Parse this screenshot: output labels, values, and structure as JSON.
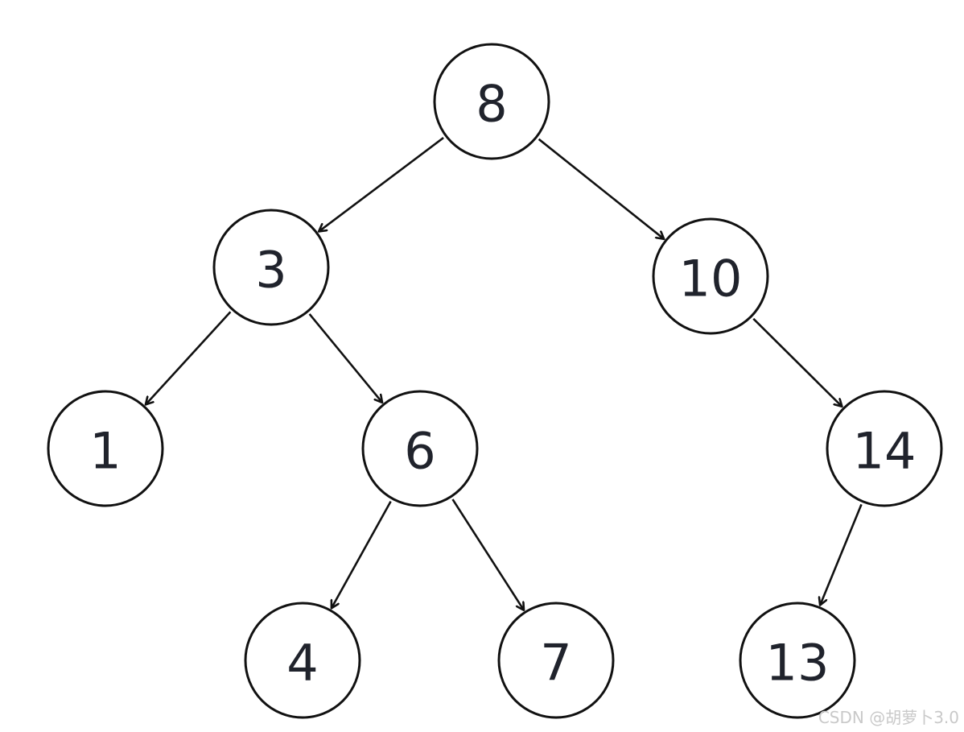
{
  "diagram": {
    "type": "binary-search-tree",
    "nodes": [
      {
        "id": "n8",
        "label": "8"
      },
      {
        "id": "n3",
        "label": "3"
      },
      {
        "id": "n10",
        "label": "10"
      },
      {
        "id": "n1",
        "label": "1"
      },
      {
        "id": "n6",
        "label": "6"
      },
      {
        "id": "n14",
        "label": "14"
      },
      {
        "id": "n4",
        "label": "4"
      },
      {
        "id": "n7",
        "label": "7"
      },
      {
        "id": "n13",
        "label": "13"
      }
    ],
    "edges": [
      {
        "from": "n8",
        "to": "n3"
      },
      {
        "from": "n8",
        "to": "n10"
      },
      {
        "from": "n3",
        "to": "n1"
      },
      {
        "from": "n3",
        "to": "n6"
      },
      {
        "from": "n10",
        "to": "n14"
      },
      {
        "from": "n6",
        "to": "n4"
      },
      {
        "from": "n6",
        "to": "n7"
      },
      {
        "from": "n14",
        "to": "n13"
      }
    ],
    "colors": {
      "stroke": "#111111",
      "label": "#20232c",
      "watermark": "#c9c9c9"
    }
  },
  "watermark": {
    "text": "CSDN @胡萝卜3.0"
  }
}
